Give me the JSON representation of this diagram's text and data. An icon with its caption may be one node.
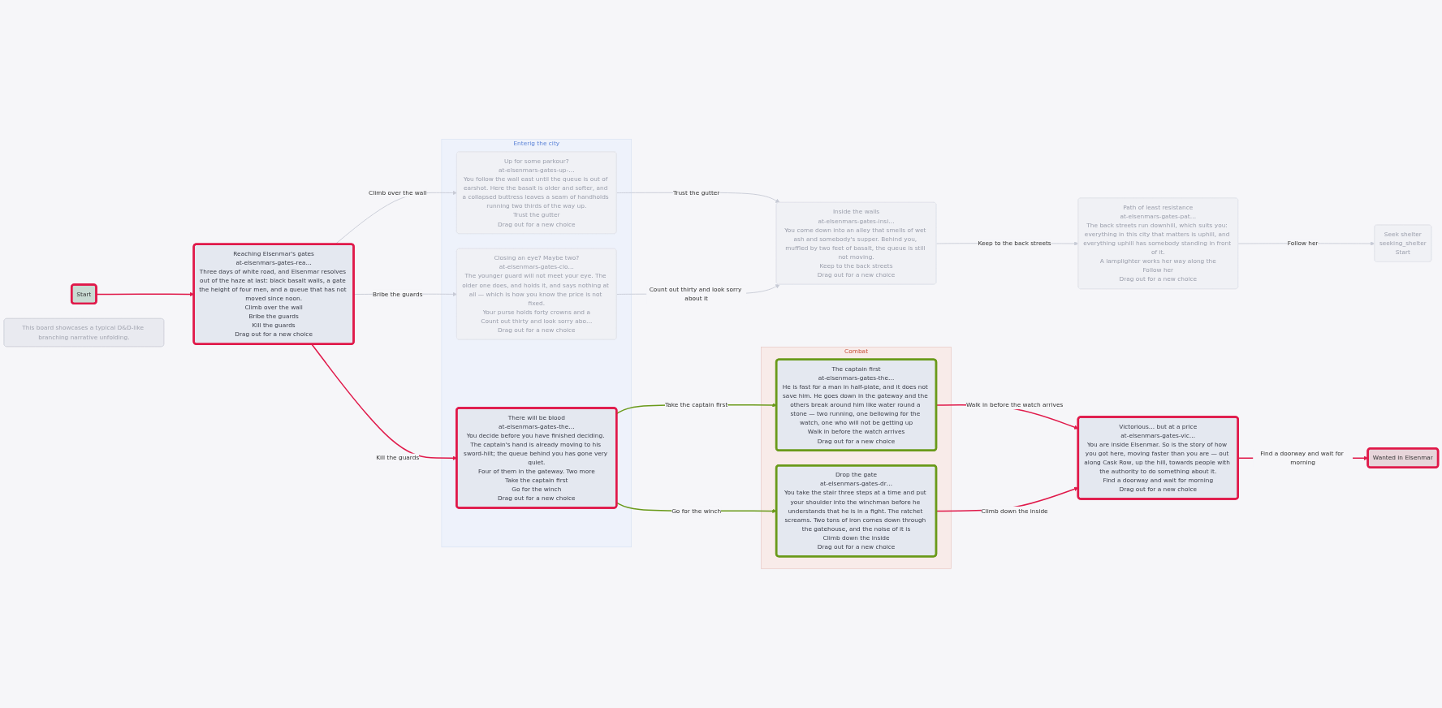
{
  "diagram": {
    "nodes": [
      {
        "text": [
          "Start"
        ]
      },
      {
        "text": [
          "This board showcases a typical D&D-like branching narrative unfolding."
        ]
      },
      {
        "text": [
          "Reaching Elsenmar's gates",
          "at-elsenmars-gates-rea…",
          "Three days of white road, and Elsenmar resolves out of the haze at last: black basalt walls, a gate the height of four men, and a queue that has not moved since noon.",
          "Climb over the wall",
          "Bribe the guards",
          "Kill the guards",
          "Drag out for a new choice"
        ]
      },
      {
        "text": [
          "Enterig the city"
        ]
      },
      {
        "text": [
          "Up for some parkour?",
          "at-elsenmars-gates-up-…",
          "You follow the wall east until the queue is out of earshot. Here the basalt is older and softer, and a collapsed buttress leaves a seam of handholds running two thirds of the way up.",
          "Trust the gutter",
          "Drag out for a new choice"
        ],
        "in": 3
      },
      {
        "text": [
          "Closing an eye? Maybe two?",
          "at-elsenmars-gates-clo…",
          "The younger guard will not meet your eye. The older one does, and holds it, and says nothing at all — which is how you know the price is not fixed.",
          "Your purse holds forty crowns and a",
          "Count out thirty and look sorry abo…",
          "Drag out for a new choice"
        ],
        "in": 3
      },
      {
        "text": [
          "There will be blood",
          "at-elsenmars-gates-the…",
          "You decide before you have finished deciding. The captain's hand is already moving to his sword-hilt; the queue behind you has gone very quiet.",
          "Four of them in the gateway. Two more",
          "Take the captain first",
          "Go for the winch",
          "Drag out for a new choice"
        ],
        "in": 3
      },
      {
        "text": [
          "Inside the walls",
          "at-elsenmars-gates-insi…",
          "You come down into an alley that smells of wet ash and somebody's supper. Behind you, muffled by two feet of basalt, the queue is still not moving.",
          "Keep to the back streets",
          "Drag out for a new choice"
        ]
      },
      {
        "text": [
          "Combat"
        ]
      },
      {
        "text": [
          "The captain first",
          "at-elsenmars-gates-the…",
          "He is fast for a man in half-plate, and it does not save him. He goes down in the gateway and the others break around him like water round a stone — two running, one bellowing for the watch, one who will not be getting up",
          "Walk in before the watch arrives",
          "Drag out for a new choice"
        ],
        "in": 8
      },
      {
        "text": [
          "Drop the gate",
          "at-elsenmars-gates-dr…",
          "You take the stair three steps at a time and put your shoulder into the winchman before he understands that he is in a fight. The ratchet screams. Two tons of iron comes down through the gatehouse, and the noise of it is",
          "Climb down the inside",
          "Drag out for a new choice"
        ],
        "in": 8
      },
      {
        "text": [
          "Path of least resistance",
          "at-elsenmars-gates-pat…",
          "The back streets run downhill, which suits you: everything in this city that matters is uphill, and everything uphill has somebody standing in front of it.",
          "A lamplighter works her way along the",
          "Follow her",
          "Drag out for a new choice"
        ]
      },
      {
        "text": [
          "Seek shelter",
          "seeking_shelter",
          "Start"
        ]
      },
      {
        "text": [
          "Victorious… but at a price",
          "at-elsenmars-gates-vic…",
          "You are inside Elsenmar. So is the story of how you got here, moving faster than you are — out along Cask Row, up the hill, towards people with the authority to do something about it.",
          "Find a doorway and wait for morning",
          "Drag out for a new choice"
        ]
      },
      {
        "text": [
          "Wanted in Elsenmar"
        ]
      }
    ],
    "edges": [
      {
        "from": 0,
        "to": 2,
        "arrow": "to",
        "color": "#e0194a"
      },
      {
        "from": 2,
        "to": 4,
        "arrow": "to",
        "label": "Climb over the wall"
      },
      {
        "from": 2,
        "to": 5,
        "arrow": "to",
        "label": "Bribe the guards"
      },
      {
        "from": 2,
        "to": 6,
        "arrow": "to",
        "label": "Kill the guards",
        "color": "#e0194a"
      },
      {
        "from": 4,
        "to": 7,
        "arrow": "to",
        "label": "Trust the gutter"
      },
      {
        "from": 5,
        "to": 7,
        "arrow": "to",
        "label": "Count out thirty and look sorry about it"
      },
      {
        "from": 7,
        "to": 11,
        "arrow": "to",
        "label": "Keep to the back streets"
      },
      {
        "from": 11,
        "to": 12,
        "arrow": "to",
        "label": "Follow her"
      },
      {
        "from": 6,
        "to": 9,
        "arrow": "to",
        "label": "Take the captain first",
        "color": "#6a9a1a"
      },
      {
        "from": 6,
        "to": 10,
        "arrow": "to",
        "label": "Go for the winch",
        "color": "#6a9a1a"
      },
      {
        "from": 9,
        "to": 13,
        "arrow": "to",
        "label": "Walk in before the watch arrives",
        "color": "#e0194a"
      },
      {
        "from": 10,
        "to": 13,
        "arrow": "to",
        "label": "Climb down the inside",
        "color": "#e0194a"
      },
      {
        "from": 13,
        "to": 14,
        "arrow": "to",
        "label": "Find a doorway and wait for morning",
        "color": "#e0194a"
      }
    ]
  }
}
